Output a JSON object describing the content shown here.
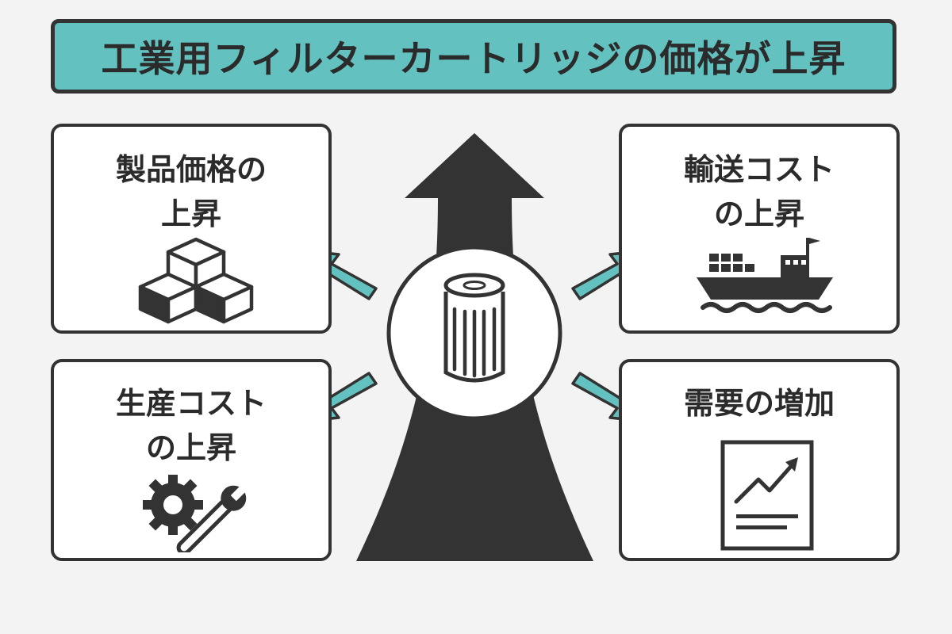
{
  "title": "工業用フィルターカートリッジの価格が上昇",
  "cards": [
    {
      "line1": "製品価格の",
      "line2": "上昇",
      "icon": "cubes-icon"
    },
    {
      "line1": "輸送コスト",
      "line2": "の上昇",
      "icon": "cargo-ship-icon"
    },
    {
      "line1": "生産コスト",
      "line2": "の上昇",
      "icon": "gear-wrench-icon"
    },
    {
      "line1": "需要の増加",
      "line2": "",
      "icon": "rising-chart-document-icon"
    }
  ],
  "colors": {
    "accent": "#63c1c0",
    "dark": "#333333",
    "background": "#f3f3f3",
    "card": "#ffffff"
  }
}
